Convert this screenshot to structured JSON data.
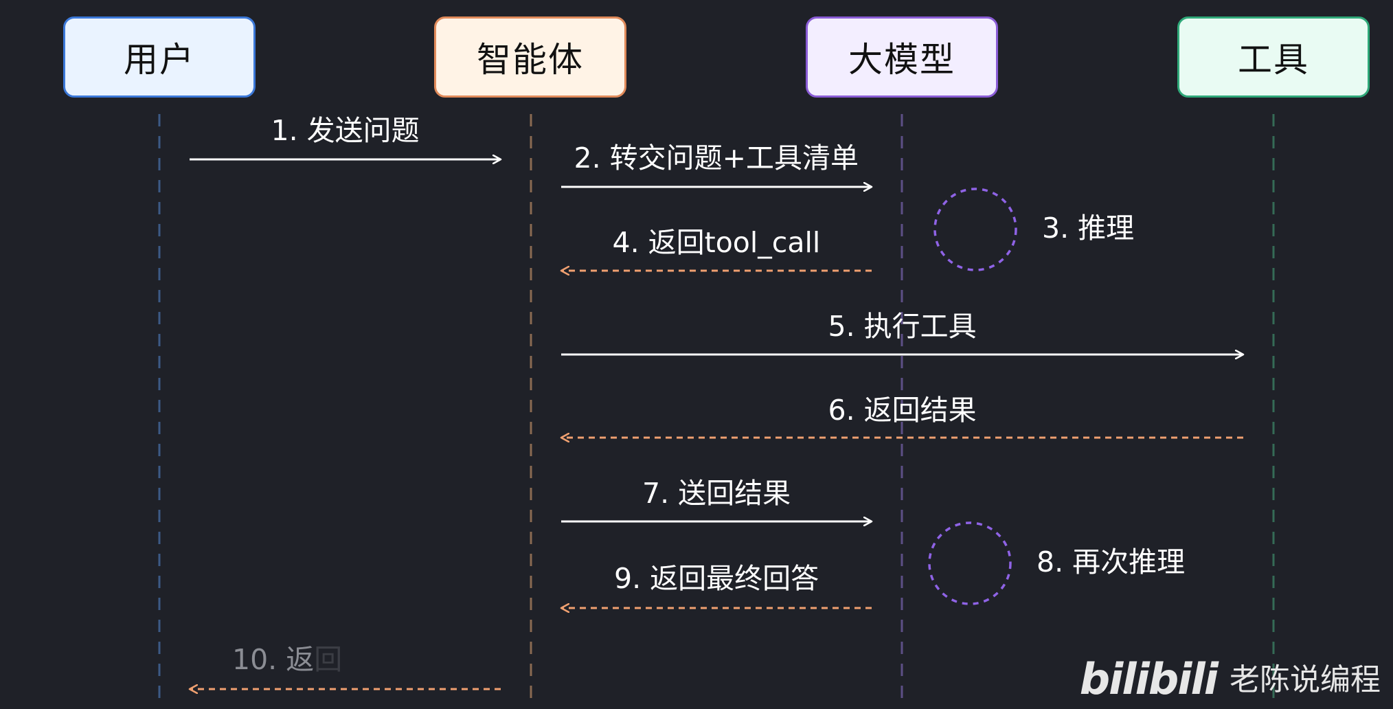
{
  "actors": [
    {
      "id": "user",
      "label": "用户",
      "fill": "#eaf3ff",
      "border": "#3b78d8",
      "lifeline": "#3c5a86"
    },
    {
      "id": "agent",
      "label": "智能体",
      "fill": "#fff3e6",
      "border": "#e08a5a",
      "lifeline": "#8a6a52"
    },
    {
      "id": "llm",
      "label": "大模型",
      "fill": "#f3eeff",
      "border": "#8a5cd6",
      "lifeline": "#5d4f86"
    },
    {
      "id": "tool",
      "label": "工具",
      "fill": "#e9fbf3",
      "border": "#2fa879",
      "lifeline": "#356b56"
    }
  ],
  "messages": [
    {
      "label": "1. 发送问题",
      "from": "user",
      "to": "agent",
      "style": "solid"
    },
    {
      "label": "2. 转交问题+工具清单",
      "from": "agent",
      "to": "llm",
      "style": "solid"
    },
    {
      "label": "4. 返回tool_call",
      "from": "llm",
      "to": "agent",
      "style": "dashed"
    },
    {
      "label": "5. 执行工具",
      "from": "agent",
      "to": "tool",
      "style": "solid"
    },
    {
      "label": "6. 返回结果",
      "from": "tool",
      "to": "agent",
      "style": "dashed"
    },
    {
      "label": "7. 送回结果",
      "from": "agent",
      "to": "llm",
      "style": "solid"
    },
    {
      "label": "9. 返回最终回答",
      "from": "llm",
      "to": "agent",
      "style": "dashed"
    },
    {
      "label": "10. 返",
      "label_faded_tail": "回",
      "from": "agent",
      "to": "user",
      "style": "dashed",
      "partial": true
    }
  ],
  "self_notes": [
    {
      "label": "3. 推理",
      "actor": "llm",
      "after_message": 1
    },
    {
      "label": "8. 再次推理",
      "actor": "llm",
      "after_message": 5
    }
  ],
  "colors": {
    "background": "#1f2128",
    "solid_arrow": "#ffffff",
    "dashed_arrow": "#f0a070",
    "reasoning_circle": "#8f63e6"
  },
  "watermark": {
    "logo": "bilibili",
    "author": "老陈说编程"
  }
}
